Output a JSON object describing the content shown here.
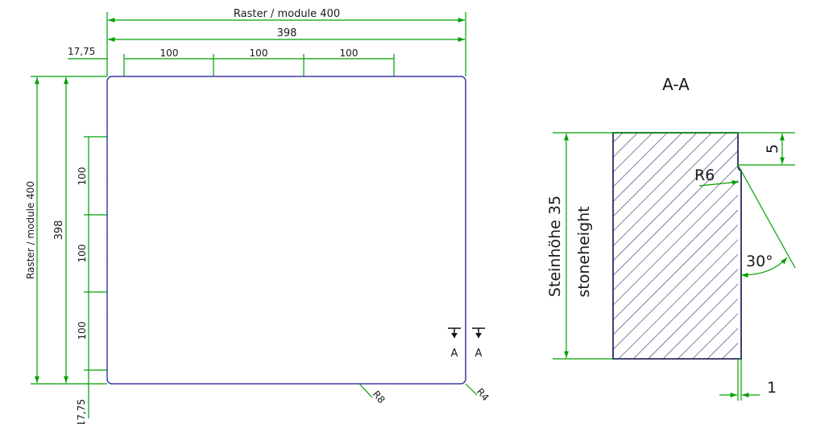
{
  "plan_view": {
    "raster_top": "Raster / module 400",
    "width_398": "398",
    "offset_left": "17,75",
    "top_spacing": [
      "100",
      "100",
      "100"
    ],
    "raster_left": "Raster / module 400",
    "height_398": "398",
    "left_spacing": [
      "100",
      "100",
      "100"
    ],
    "offset_bottom": "17,75",
    "radius_8": "R8",
    "radius_4": "R4",
    "section_marker_left": "A",
    "section_marker_right": "A"
  },
  "section_view": {
    "title": "A-A",
    "height_line1": "Steinhöhe 35",
    "height_line2": "stoneheight",
    "chamfer_height": "5",
    "radius": "R6",
    "angle": "30°",
    "gap_width": "1"
  },
  "colors": {
    "dimension": "#00a000",
    "outline": "#3a3aa8",
    "section": "#2b2b63"
  }
}
